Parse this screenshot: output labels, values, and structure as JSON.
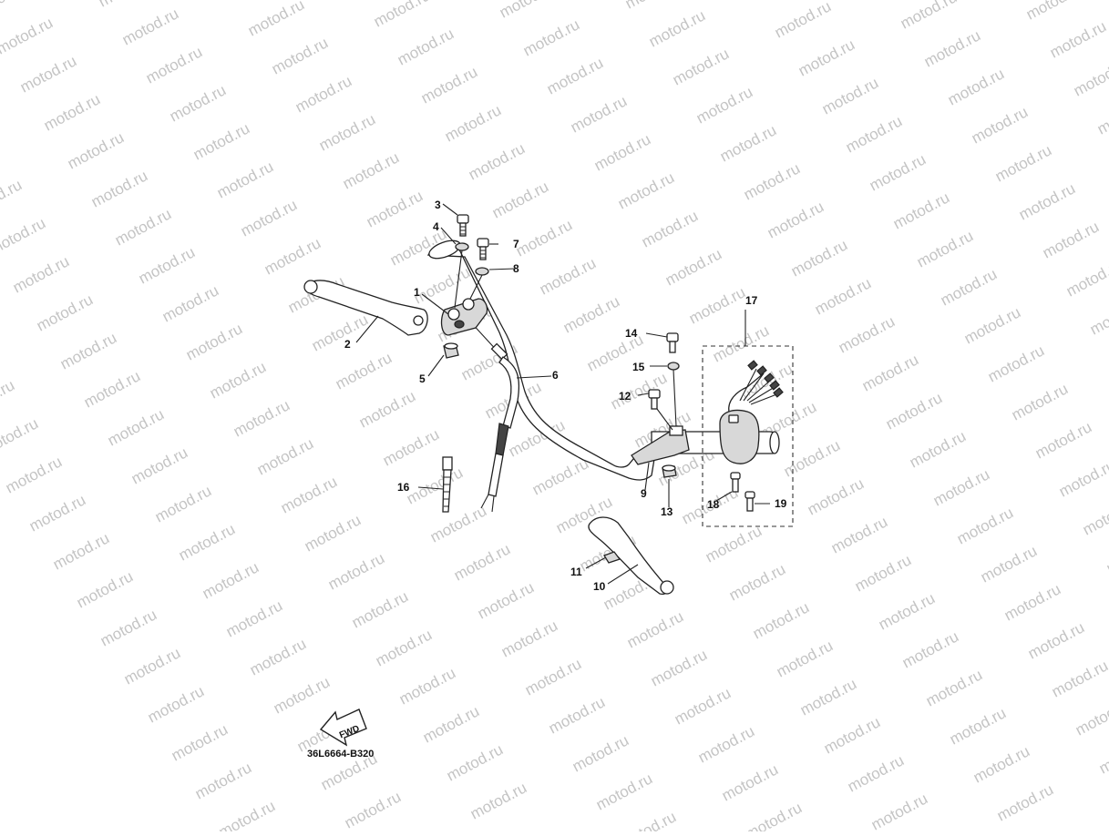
{
  "watermark": {
    "text": "motod.ru",
    "color": "#c4c4c4"
  },
  "drawing_code": "36L6664-B320",
  "fwd_arrow": {
    "label": "FWD",
    "icon": "fwd-arrow-icon"
  },
  "callouts": [
    {
      "id": "1",
      "label": "1"
    },
    {
      "id": "2",
      "label": "2"
    },
    {
      "id": "3",
      "label": "3"
    },
    {
      "id": "4",
      "label": "4"
    },
    {
      "id": "5",
      "label": "5"
    },
    {
      "id": "6",
      "label": "6"
    },
    {
      "id": "7",
      "label": "7"
    },
    {
      "id": "8",
      "label": "8"
    },
    {
      "id": "9",
      "label": "9"
    },
    {
      "id": "10",
      "label": "10"
    },
    {
      "id": "11",
      "label": "11"
    },
    {
      "id": "12",
      "label": "12"
    },
    {
      "id": "13",
      "label": "13"
    },
    {
      "id": "14",
      "label": "14"
    },
    {
      "id": "15",
      "label": "15"
    },
    {
      "id": "16",
      "label": "16"
    },
    {
      "id": "17",
      "label": "17"
    },
    {
      "id": "18",
      "label": "18"
    },
    {
      "id": "19",
      "label": "19"
    }
  ]
}
